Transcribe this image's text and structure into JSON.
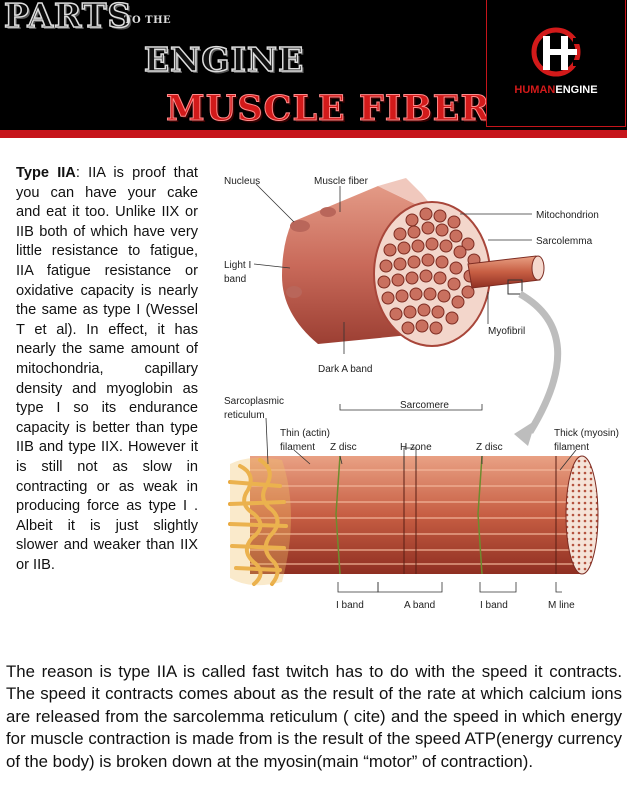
{
  "header": {
    "parts": "PARTS",
    "to_the": "TO THE",
    "engine": "ENGINE",
    "subtitle": "MUSCLE FIBERS",
    "logo_human": "HUMAN",
    "logo_engine": "ENGINE"
  },
  "left_column": {
    "heading": "Type IIA",
    "body": ":  IIA is proof that you can have your cake and eat it too. Unlike IIX or IIB both of which have very little resistance to fatigue, IIA fatigue resistance or oxidative capacity is nearly the same as type I (Wessel T et al). In effect, it has nearly the same amount of mitochondria, capillary density and myoglobin as type I so its endurance capacity is better than type IIB and type IIX.  However it is still not as slow in contracting or as weak in producing force as type I . Albeit it is just slightly slower and weaker than IIX or IIB."
  },
  "diagram": {
    "labels": {
      "nucleus": "Nucleus",
      "muscle_fiber": "Muscle fiber",
      "mitochondrion": "Mitochondrion",
      "sarcolemma": "Sarcolemma",
      "light_band_1": "Light I",
      "light_band_2": "band",
      "myofibril": "Myofibril",
      "dark_a_band": "Dark A band",
      "sarcoplasmic_1": "Sarcoplasmic",
      "sarcoplasmic_2": "reticulum",
      "sarcomere": "Sarcomere",
      "thin_1": "Thin (actin)",
      "thin_2": "filament",
      "z_disc_1": "Z disc",
      "h_zone": "H zone",
      "z_disc_2": "Z disc",
      "thick_1": "Thick (myosin)",
      "thick_2": "filament",
      "i_band_1": "I band",
      "a_band": "A band",
      "i_band_2": "I band",
      "m_line": "M line"
    },
    "colors": {
      "muscle": "#c96a5a",
      "muscle_dark": "#a8463a",
      "sarcoplasmic": "#f2c46b"
    }
  },
  "bottom_paragraph": "The reason is type IIA is called fast twitch has to do with the speed it contracts. The speed it contracts comes about as the result of the rate at which calcium ions are released from the sarcolemma reticulum ( cite) and the speed in which energy for muscle contraction is made from is the result of the speed ATP(energy currency of the body) is broken down at the myosin(main “motor” of contraction)."
}
